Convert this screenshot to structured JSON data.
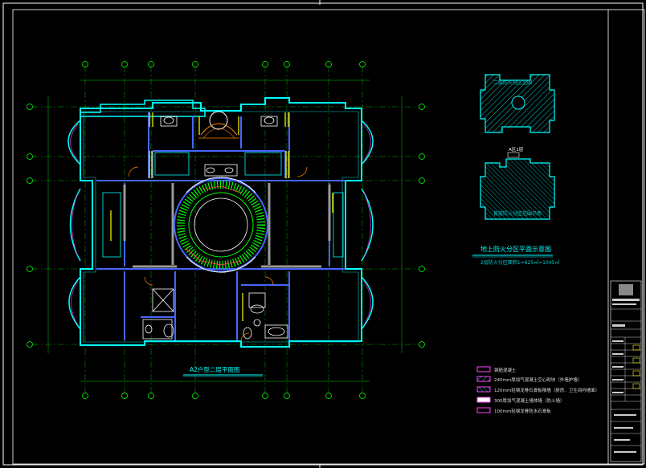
{
  "drawing": {
    "plan_title": "A2户型二层平面图",
    "legend_title": "地上防火分区平面示意图",
    "legend_subtitle": "2层防火分区面积1=625㎡=1045㎡",
    "inset_top_label": "二层防火分区范围",
    "inset_bottom_label": "首层防火分区范围示意",
    "inset_bottom_tag": "A区1层"
  },
  "legend": {
    "items": [
      {
        "label": "钢筋混凝土",
        "swatch": "#ff44ff"
      },
      {
        "label": "240mm厚加气混凝土空心砌块（外墙护墙）",
        "swatch": "#ff44ff"
      },
      {
        "label": "120mm轻钢龙骨石膏板隔墙（厨房、卫生间内墙面）",
        "swatch": "#ff44ff"
      },
      {
        "label": "300厚加气混凝土墙体墙（防火墙）",
        "swatch": "#ff44ff"
      },
      {
        "label": "100mm轻钢龙骨防水石膏板",
        "swatch": "#ff44ff"
      }
    ]
  },
  "colors": {
    "background": "#000000",
    "frame": "#ffffff",
    "wall_outer": "#00ffff",
    "wall_inner": "#4466ff",
    "window": "#ffff00",
    "stair": "#00ff00",
    "grid_axis": "#00cc00",
    "door": "#ff8800",
    "hatch": "#00cccc",
    "title_text": "#00ffff"
  }
}
